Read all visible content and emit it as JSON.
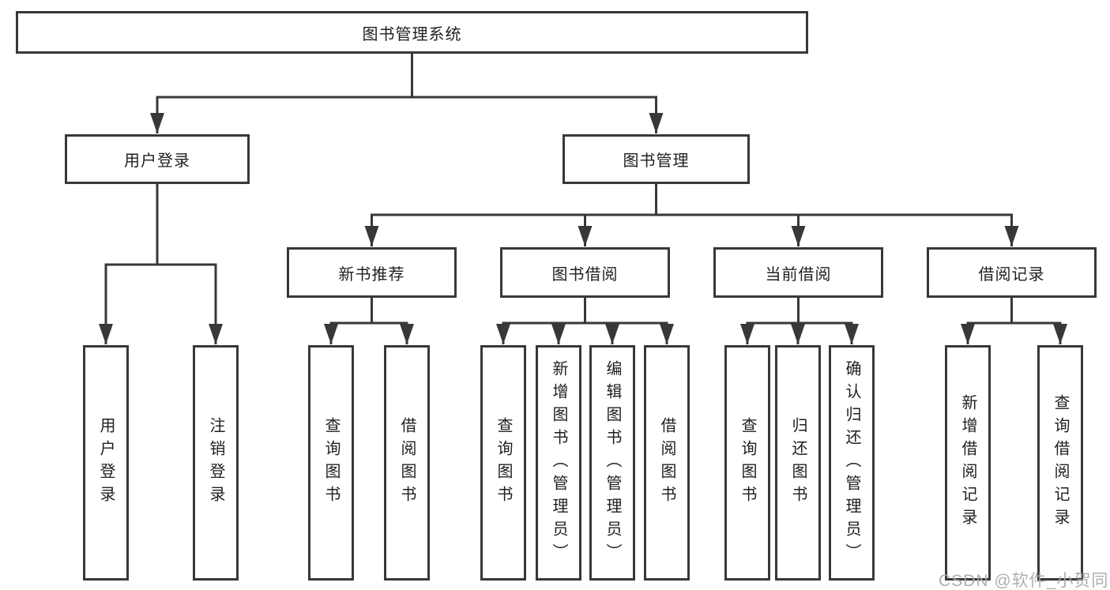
{
  "diagram": {
    "root": {
      "label": "图书管理系统"
    },
    "branches": [
      {
        "label": "用户登录",
        "children": [
          {
            "label": "用户登录"
          },
          {
            "label": "注销登录"
          }
        ]
      },
      {
        "label": "图书管理",
        "children": [
          {
            "label": "新书推荐",
            "children": [
              {
                "label": "查询图书"
              },
              {
                "label": "借阅图书"
              }
            ]
          },
          {
            "label": "图书借阅",
            "children": [
              {
                "label": "查询图书"
              },
              {
                "label": "新增图书（管理员）"
              },
              {
                "label": "编辑图书（管理员）"
              },
              {
                "label": "借阅图书"
              }
            ]
          },
          {
            "label": "当前借阅",
            "children": [
              {
                "label": "查询图书"
              },
              {
                "label": "归还图书"
              },
              {
                "label": "确认归还（管理员）"
              }
            ]
          },
          {
            "label": "借阅记录",
            "children": [
              {
                "label": "新增借阅记录"
              },
              {
                "label": "查询借阅记录"
              }
            ]
          }
        ]
      }
    ]
  },
  "watermark": {
    "text": "CSDN @软件_小贺同学"
  },
  "colors": {
    "line": "#383838",
    "text": "#1f1f1f",
    "watermark": "#a8a8a8",
    "background": "#ffffff"
  }
}
